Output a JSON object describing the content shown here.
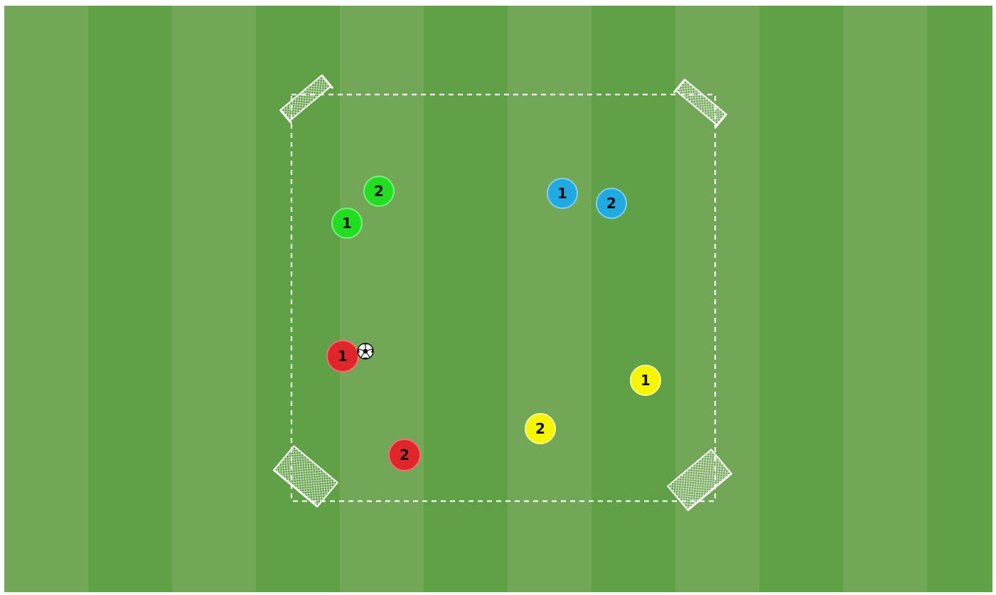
{
  "pitch": {
    "stripe_colors": [
      "#72a758",
      "#60a046"
    ]
  },
  "players": [
    {
      "team": "green",
      "number": "2",
      "color": "#22dd22"
    },
    {
      "team": "green",
      "number": "1",
      "color": "#22dd22"
    },
    {
      "team": "blue",
      "number": "1",
      "color": "#21a9e1"
    },
    {
      "team": "blue",
      "number": "2",
      "color": "#21a9e1"
    },
    {
      "team": "red",
      "number": "1",
      "color": "#e1262b",
      "has_ball": true
    },
    {
      "team": "red",
      "number": "2",
      "color": "#e1262b"
    },
    {
      "team": "yellow",
      "number": "1",
      "color": "#f5f500"
    },
    {
      "team": "yellow",
      "number": "2",
      "color": "#f5f500"
    }
  ],
  "goals": [
    "top-left",
    "top-right",
    "bottom-left",
    "bottom-right"
  ],
  "ball": {
    "icon": "soccer-ball-icon"
  }
}
